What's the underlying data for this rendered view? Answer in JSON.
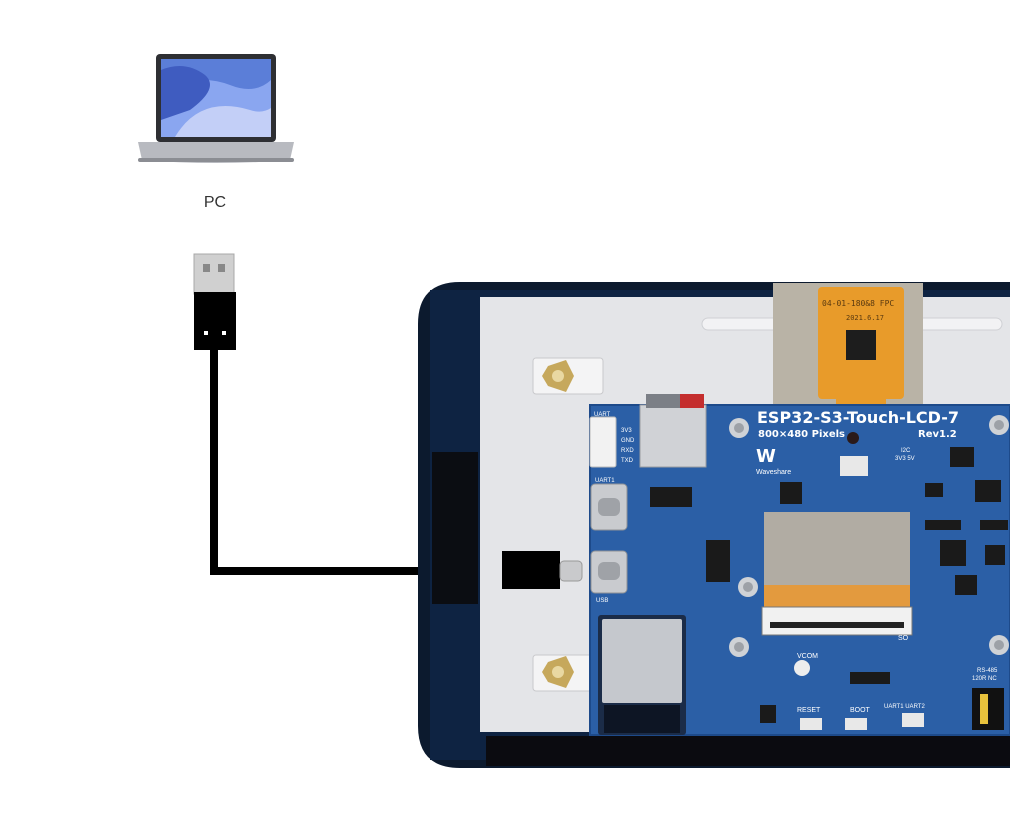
{
  "pc": {
    "label": "PC",
    "icon": "laptop-icon"
  },
  "cable": {
    "icon": "usb-a-plug-icon",
    "color": "#000000"
  },
  "board": {
    "name": "ESP32-S3-Touch-LCD-7",
    "resolution": "800×480 Pixels",
    "revision": "Rev1.2",
    "brand": "Waveshare",
    "pcb_color": "#2b5fa6",
    "fpc_text": [
      "04-01-180&8 FPC",
      "2021.6.17"
    ],
    "silkscreen": {
      "uart": "UART",
      "uart_pins": [
        "3V3",
        "GND",
        "RXD",
        "TXD"
      ],
      "uart1": "UART1",
      "usb": "USB",
      "i2c": "I2C",
      "i2c_pins": "3V3 5V",
      "vcom": "VCOM",
      "reset": "RESET",
      "boot": "BOOT",
      "uart_switch": "UART1  UART2",
      "rs485": "RS-485",
      "rs485_pins": "120R NC",
      "so": "SO"
    }
  }
}
